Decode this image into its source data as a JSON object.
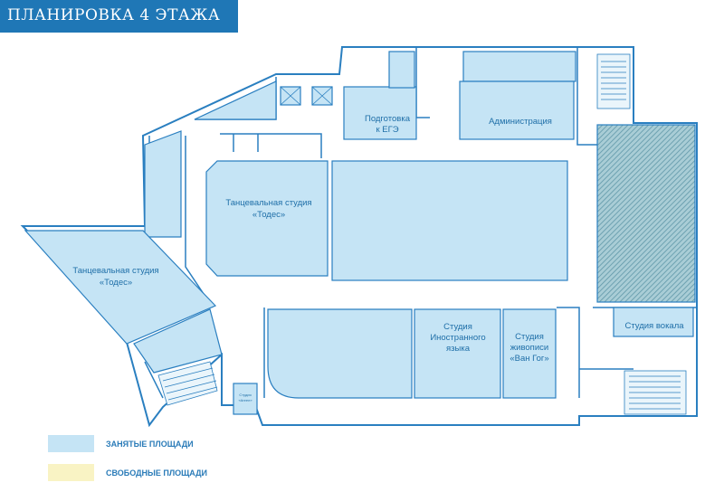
{
  "title": "ПЛАНИРОВКА 4 ЭТАЖА",
  "colors": {
    "occupied": "#c5e4f5",
    "free": "#f9f3c4",
    "wall": "#2a7fc0",
    "header": "#1f77b6",
    "hatch": "#6aa3b2"
  },
  "rooms": {
    "todes_left": [
      "Танцевальная студия",
      "«Тодес»"
    ],
    "todes_center": [
      "Танцевальная студия",
      "«Тодес»"
    ],
    "ege": [
      "Подготовка",
      "к ЕГЭ"
    ],
    "admin": [
      "Администрация"
    ],
    "languages": [
      "Студия",
      "Иностранного",
      "языка"
    ],
    "van_gogh": [
      "Студия",
      "живописи",
      "«Ван Гог»"
    ],
    "vocal": [
      "Студия вокала"
    ],
    "small_room": [
      "Студия",
      "«Ангел»"
    ]
  },
  "legend": [
    {
      "label": "ЗАНЯТЫЕ ПЛОЩАДИ",
      "color": "#c5e4f5"
    },
    {
      "label": "СВОБОДНЫЕ ПЛОЩАДИ",
      "color": "#f9f3c4"
    }
  ]
}
